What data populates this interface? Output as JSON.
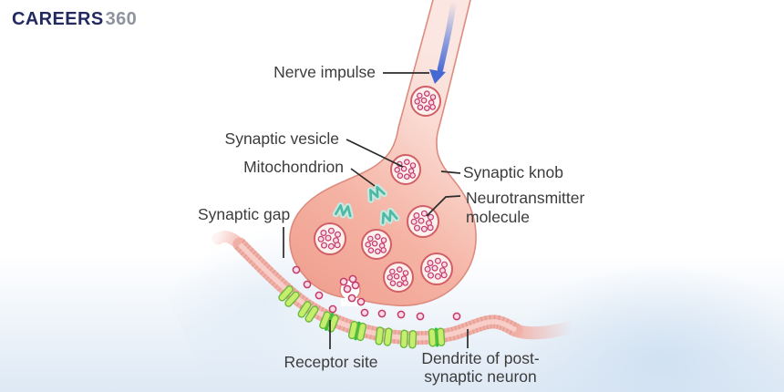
{
  "brand": {
    "name": "CAREERS",
    "suffix": "360"
  },
  "labels": {
    "nerve_impulse": "Nerve impulse",
    "synaptic_vesicle": "Synaptic vesicle",
    "mitochondrion": "Mitochondrion",
    "synaptic_gap": "Synaptic gap",
    "synaptic_knob": "Synaptic knob",
    "neurotransmitter": "Neurotransmitter\nmolecule",
    "receptor_site": "Receptor site",
    "dendrite": "Dendrite of post-\nsynaptic neuron"
  },
  "colors": {
    "brand-navy": "#232a60",
    "brand-gray": "#8e939e",
    "label-color": "#3c3c3c",
    "pointer-line": "#2b2b2b",
    "axon-outline": "#dd8b7e",
    "knob-dark": "#ef9e8d",
    "knob-light": "#fbe6e1",
    "vesicle-stroke": "#d05f66",
    "vesicle-fill": "#fdf1ee",
    "neurotransmitter-dot": "#c43a6b",
    "mitochondrion-teal": "#4db8a4",
    "membrane-pink": "#f1b0a7",
    "receptor-green": "#c6ee6d",
    "receptor-bar-green": "#28c440",
    "impulse-arrow-blue": "#4568d2",
    "background-wash-blue": "#d9e6f3"
  }
}
